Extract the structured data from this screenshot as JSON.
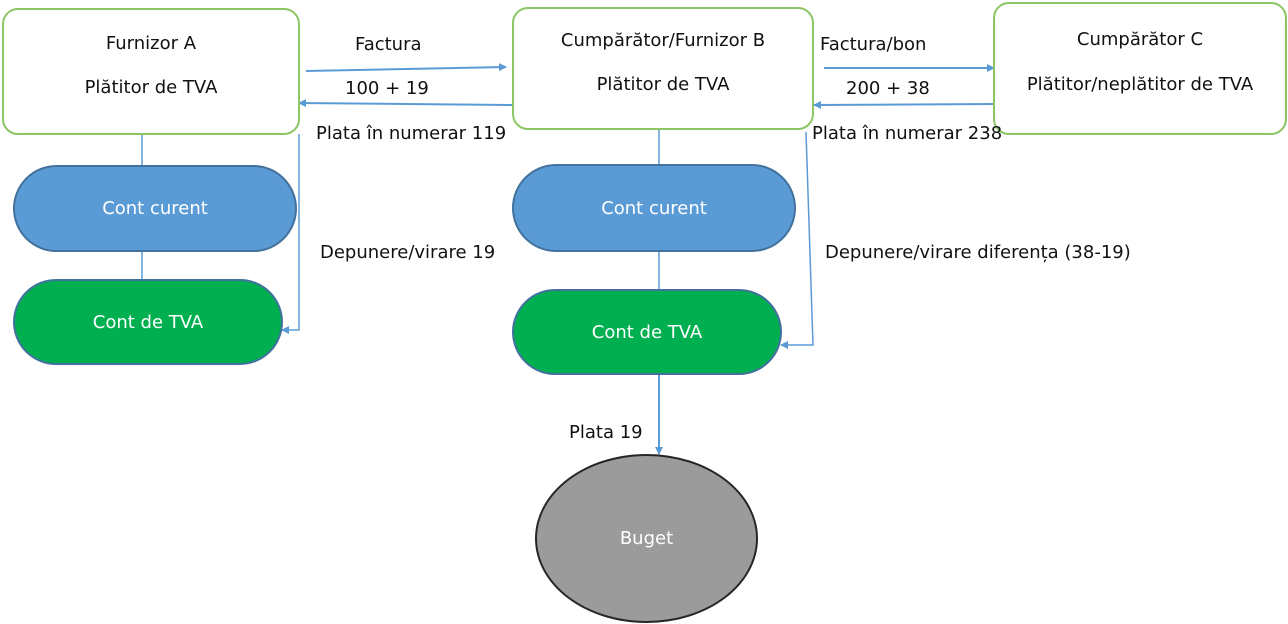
{
  "colors": {
    "box_border": "#8cc665",
    "account_current": "#5b9bd5",
    "account_vat": "#00b050",
    "budget": "#9b9b9b",
    "arrow": "#5b9bd5"
  },
  "entities": {
    "supplier_a": {
      "name": "Furnizor A",
      "status": "Plătitor de TVA"
    },
    "buyer_supplier_b": {
      "name": "Cumpărător/Furnizor B",
      "status": "Plătitor de TVA"
    },
    "buyer_c": {
      "name": "Cumpărător C",
      "status": "Plătitor/neplătitor de TVA"
    }
  },
  "accounts": {
    "a_current": "Cont curent",
    "a_vat": "Cont de TVA",
    "b_current": "Cont curent",
    "b_vat": "Cont de TVA"
  },
  "budget": {
    "label": "Buget"
  },
  "flows": {
    "a_to_b_document": "Factura",
    "a_to_b_amount": "100 + 19",
    "b_to_a_payment": "Plata în numerar 119",
    "b_to_c_document": "Factura/bon",
    "b_to_c_amount": "200 + 38",
    "c_to_b_payment": "Plata în numerar 238",
    "a_vat_deposit": "Depunere/virare 19",
    "b_vat_deposit": "Depunere/virare diferența (38-19)",
    "b_budget_payment": "Plata 19"
  }
}
